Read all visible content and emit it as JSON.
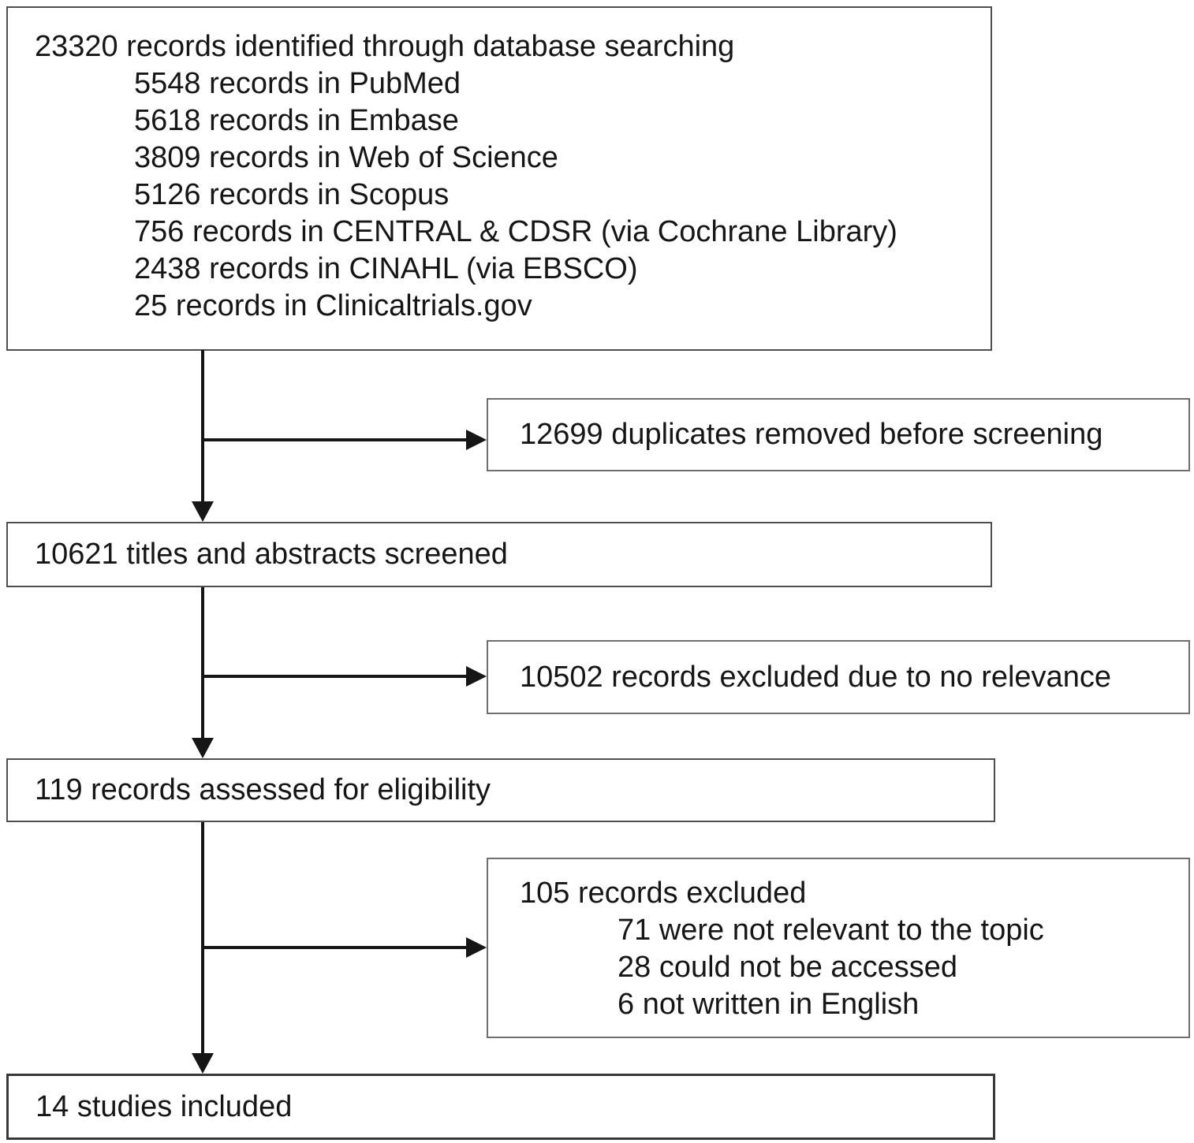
{
  "flowchart": {
    "identification_box": {
      "title": "23320 records identified through database searching",
      "items": [
        "5548 records in PubMed",
        "5618 records in Embase",
        "3809 records in Web of Science",
        "5126 records in Scopus",
        "756 records in CENTRAL & CDSR (via Cochrane Library)",
        "2438 records in CINAHL (via EBSCO)",
        "25 records in Clinicaltrials.gov"
      ]
    },
    "duplicates_box": {
      "text": "12699 duplicates removed before screening"
    },
    "screened_box": {
      "text": "10621 titles and abstracts screened"
    },
    "no_relevance_box": {
      "text": "10502 records excluded due to no relevance"
    },
    "eligibility_box": {
      "text": "119 records assessed for eligibility"
    },
    "excluded_box": {
      "title": "105 records excluded",
      "items": [
        "71 were not relevant to the topic",
        "28 could not be accessed",
        "6 not written in English"
      ]
    },
    "included_box": {
      "text": "14 studies included"
    },
    "colors": {
      "background": "#ffffff",
      "text": "#161616",
      "arrow": "#161616",
      "border_main": "#4f4f4f",
      "border_side": "#6e6e6e"
    }
  }
}
